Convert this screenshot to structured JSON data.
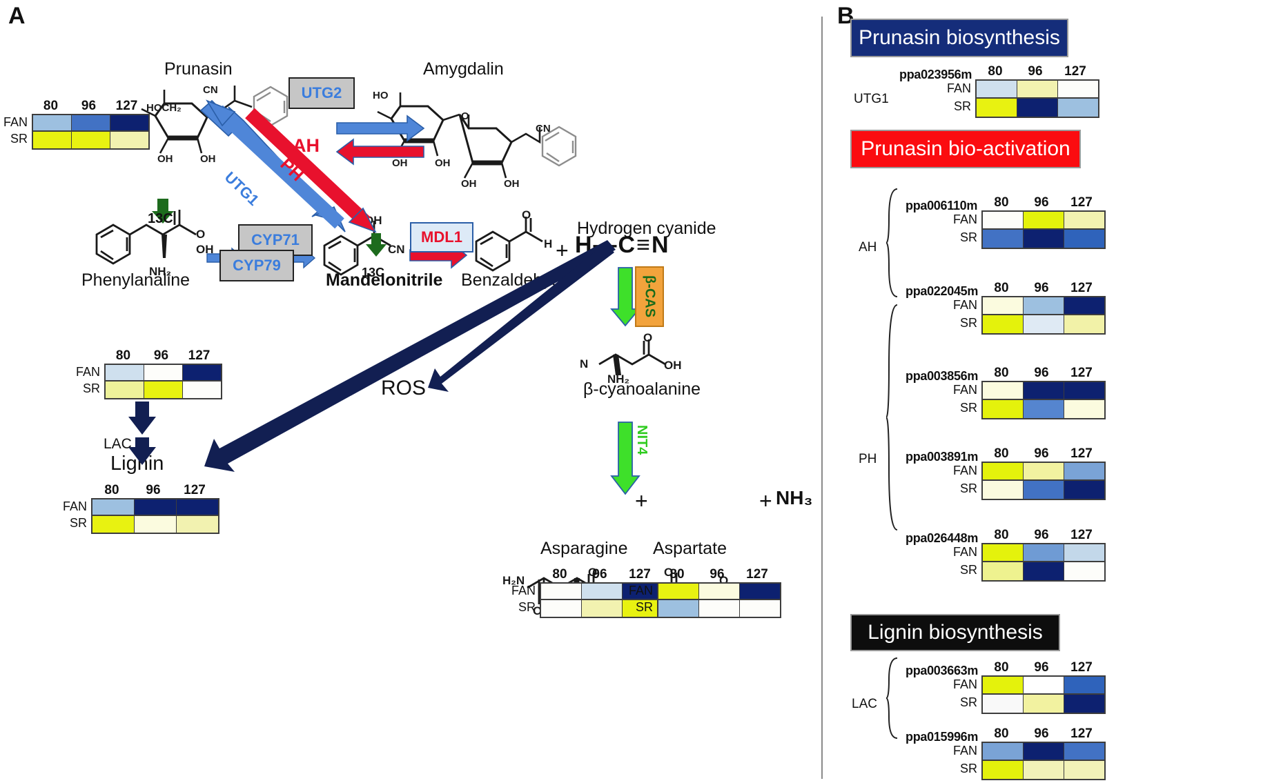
{
  "panels": {
    "a_letter": "A",
    "b_letter": "B"
  },
  "legend": {
    "columns": [
      "80",
      "96",
      "127"
    ],
    "rows": [
      "FAN",
      "SR"
    ]
  },
  "palette": {
    "navy": "#0d2170",
    "blue": "#4272c4",
    "lightblue": "#9dc0e0",
    "paleblue": "#cfe0ee",
    "palerblue": "#dfeaf4",
    "white": "#fdfdfa",
    "offwhite": "#f7f7f2",
    "cream": "#fbfbdf",
    "paleyellow": "#f2f2b0",
    "yellow": "#e8f211",
    "brightyellow": "#e4f20c",
    "green_arrow": "#3ee02a",
    "red": "#e8112d",
    "blue_arrow": "#3b7ddd",
    "darknavy_arrow": "#121f52"
  },
  "panelA": {
    "compounds": {
      "prunasin": "Prunasin",
      "amygdalin": "Amygdalin",
      "phenylalanine": "Phenylanaline",
      "mandelonitrile": "Mandelonitrile",
      "benzaldehyde": "Benzaldehyde",
      "hydrogen_cyanide": "Hydrogen cyanide",
      "cyanoalanine": "β-cyanoalanine",
      "asparagine": "Asparagine",
      "aspartate": "Aspartate",
      "lignin": "Lignin",
      "ros": "ROS"
    },
    "enzymes": {
      "utg2": "UTG2",
      "utg1": "UTG1",
      "ah": "AH",
      "ph": "PH",
      "cyp71": "CYP71",
      "cyp79": "CYP79",
      "mdl1": "MDL1",
      "bcas": "β-CAS",
      "nit4": "NIT4",
      "lac": "LAC"
    },
    "isotope_label": "13C",
    "plus_sign": "+",
    "ammonia": "NH₃",
    "formulas": {
      "hcn": "H—C≡N",
      "cn": "CN",
      "oh": "OH",
      "ho": "HO",
      "hoch2": "HOCH₂",
      "nh2": "NH₂",
      "h2n": "H₂N",
      "o": "O",
      "n": "N",
      "h": "H"
    },
    "heatmaps": [
      {
        "id": "prunasin-heatmap",
        "name": "Prunasin",
        "columns": [
          "80",
          "96",
          "127"
        ],
        "rows": [
          {
            "label": "FAN",
            "colors": [
              "#9dc0e0",
              "#4272c4",
              "#0d2170"
            ]
          },
          {
            "label": "SR",
            "colors": [
              "#e8f211",
              "#e8f211",
              "#f2f2b0"
            ]
          }
        ]
      },
      {
        "id": "phenylalanine-heatmap",
        "name": "Phenylanaline",
        "columns": [
          "80",
          "96",
          "127"
        ],
        "rows": [
          {
            "label": "FAN",
            "colors": [
              "#cfe0ee",
              "#fdfdfa",
              "#0d2170"
            ]
          },
          {
            "label": "SR",
            "colors": [
              "#eef29a",
              "#e8f211",
              "#fdfdfa"
            ]
          }
        ]
      },
      {
        "id": "lignin-heatmap",
        "name": "Lignin",
        "columns": [
          "80",
          "96",
          "127"
        ],
        "rows": [
          {
            "label": "FAN",
            "colors": [
              "#9dc0e0",
              "#0d2170",
              "#0d2170"
            ]
          },
          {
            "label": "SR",
            "colors": [
              "#e8f211",
              "#fbfbdf",
              "#f2f2b0"
            ]
          }
        ]
      },
      {
        "id": "asparagine-heatmap",
        "name": "Asparagine",
        "columns": [
          "80",
          "96",
          "127"
        ],
        "rows": [
          {
            "label": "FAN",
            "colors": [
              "#fdfdfa",
              "#cfe0ee",
              "#0d2170"
            ]
          },
          {
            "label": "SR",
            "colors": [
              "#fdfdfa",
              "#f2f2b0",
              "#e8f211"
            ]
          }
        ]
      },
      {
        "id": "aspartate-heatmap",
        "name": "Aspartate",
        "columns": [
          "80",
          "96",
          "127"
        ],
        "rows": [
          {
            "label": "FAN",
            "colors": [
              "#e8f211",
              "#fbfbdf",
              "#0d2170"
            ]
          },
          {
            "label": "SR",
            "colors": [
              "#9dc0e0",
              "#fdfdfa",
              "#fdfdfa"
            ]
          }
        ]
      }
    ]
  },
  "panelB": {
    "sections": [
      {
        "id": "prunasin-biosynthesis",
        "banner": "Prunasin biosynthesis",
        "banner_style": "navy",
        "enzymes": [
          {
            "label": "UTG1",
            "genes": [
              {
                "gene": "ppa023956m",
                "columns": [
                  "80",
                  "96",
                  "127"
                ],
                "rows": [
                  {
                    "label": "FAN",
                    "colors": [
                      "#cfe0ee",
                      "#f2f2b0",
                      "#fdfdfa"
                    ]
                  },
                  {
                    "label": "SR",
                    "colors": [
                      "#e8f211",
                      "#0d2170",
                      "#9dc0e0"
                    ]
                  }
                ]
              }
            ]
          }
        ]
      },
      {
        "id": "prunasin-bio-activation",
        "banner": "Prunasin bio-activation",
        "banner_style": "red",
        "enzymes": [
          {
            "label": "AH",
            "genes": [
              {
                "gene": "ppa006110m",
                "columns": [
                  "80",
                  "96",
                  "127"
                ],
                "rows": [
                  {
                    "label": "FAN",
                    "colors": [
                      "#fdfdfa",
                      "#e4f20c",
                      "#f2f2b0"
                    ]
                  },
                  {
                    "label": "SR",
                    "colors": [
                      "#4272c4",
                      "#0d2170",
                      "#2f63bb"
                    ]
                  }
                ]
              },
              {
                "gene": "ppa022045m",
                "columns": [
                  "80",
                  "96",
                  "127"
                ],
                "rows": [
                  {
                    "label": "FAN",
                    "colors": [
                      "#fbfbdf",
                      "#9dc0e0",
                      "#0d2170"
                    ]
                  },
                  {
                    "label": "SR",
                    "colors": [
                      "#e4f20c",
                      "#dfeaf4",
                      "#f2f2a8"
                    ]
                  }
                ]
              }
            ]
          },
          {
            "label": "PH",
            "genes": [
              {
                "gene": "ppa003856m",
                "columns": [
                  "80",
                  "96",
                  "127"
                ],
                "rows": [
                  {
                    "label": "FAN",
                    "colors": [
                      "#fbfbdf",
                      "#0d2170",
                      "#0d2170"
                    ]
                  },
                  {
                    "label": "SR",
                    "colors": [
                      "#e4f20c",
                      "#5585cf",
                      "#fbfbdf"
                    ]
                  }
                ]
              },
              {
                "gene": "ppa003891m",
                "columns": [
                  "80",
                  "96",
                  "127"
                ],
                "rows": [
                  {
                    "label": "FAN",
                    "colors": [
                      "#e4f20c",
                      "#f2f2a0",
                      "#7aa3d6"
                    ]
                  },
                  {
                    "label": "SR",
                    "colors": [
                      "#fbfbdf",
                      "#4272c4",
                      "#0d2170"
                    ]
                  }
                ]
              },
              {
                "gene": "ppa026448m",
                "columns": [
                  "80",
                  "96",
                  "127"
                ],
                "rows": [
                  {
                    "label": "FAN",
                    "colors": [
                      "#e4f20c",
                      "#6f9bd4",
                      "#c3d8ea"
                    ]
                  },
                  {
                    "label": "SR",
                    "colors": [
                      "#eef28f",
                      "#0d2170",
                      "#fdfdfa"
                    ]
                  }
                ]
              }
            ]
          }
        ]
      },
      {
        "id": "lignin-biosynthesis",
        "banner": "Lignin biosynthesis",
        "banner_style": "black",
        "enzymes": [
          {
            "label": "LAC",
            "genes": [
              {
                "gene": "ppa003663m",
                "columns": [
                  "80",
                  "96",
                  "127"
                ],
                "rows": [
                  {
                    "label": "FAN",
                    "colors": [
                      "#e4f20c",
                      "#ffffff",
                      "#2f63bb"
                    ]
                  },
                  {
                    "label": "SR",
                    "colors": [
                      "#f9f9f9",
                      "#f2f2a0",
                      "#0d2170"
                    ]
                  }
                ]
              },
              {
                "gene": "ppa015996m",
                "columns": [
                  "80",
                  "96",
                  "127"
                ],
                "rows": [
                  {
                    "label": "FAN",
                    "colors": [
                      "#7aa3d6",
                      "#0d2170",
                      "#4272c4"
                    ]
                  },
                  {
                    "label": "SR",
                    "colors": [
                      "#e4f20c",
                      "#f2f2b8",
                      "#f2f2b8"
                    ]
                  }
                ]
              }
            ]
          }
        ]
      }
    ]
  }
}
